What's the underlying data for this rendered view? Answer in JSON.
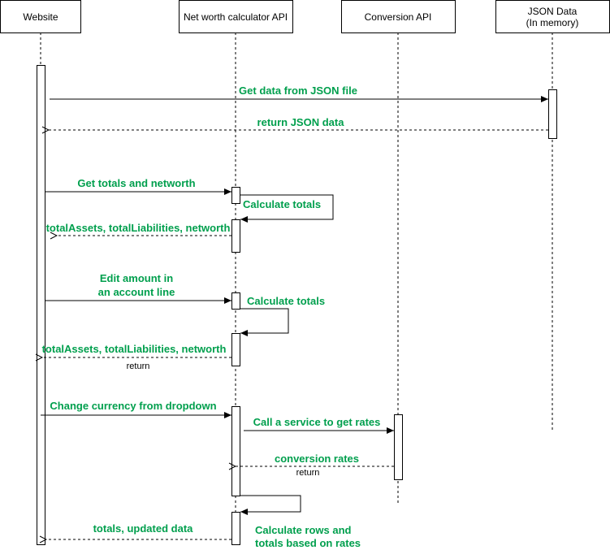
{
  "colors": {
    "message_text": "#009f4d",
    "line": "#000000"
  },
  "participants": [
    {
      "key": "website",
      "label": "Website"
    },
    {
      "key": "calculator",
      "label": "Net worth calculator API"
    },
    {
      "key": "conversion",
      "label": "Conversion API"
    },
    {
      "key": "json",
      "label_line1": "JSON Data",
      "label_line2": "(In memory)"
    }
  ],
  "messages": {
    "get_json": "Get data from JSON file",
    "return_json": "return JSON data",
    "get_totals": "Get totals and networth",
    "calc_totals_1": "Calculate totals",
    "return_totals_1": "totalAssets, totalLiabilities, networth",
    "edit_amount_line1": "Edit amount in",
    "edit_amount_line2": "an account line",
    "calc_totals_2": "Calculate totals",
    "return_totals_2": "totalAssets, totalLiabilities, networth",
    "return_plain_1": "return",
    "change_currency": "Change currency from dropdown",
    "call_service": "Call a service to get rates",
    "conversion_rates": "conversion rates",
    "return_plain_2": "return",
    "totals_updated": "totals, updated data",
    "calc_rows_line1": "Calculate rows and",
    "calc_rows_line2": "totals based on rates"
  }
}
